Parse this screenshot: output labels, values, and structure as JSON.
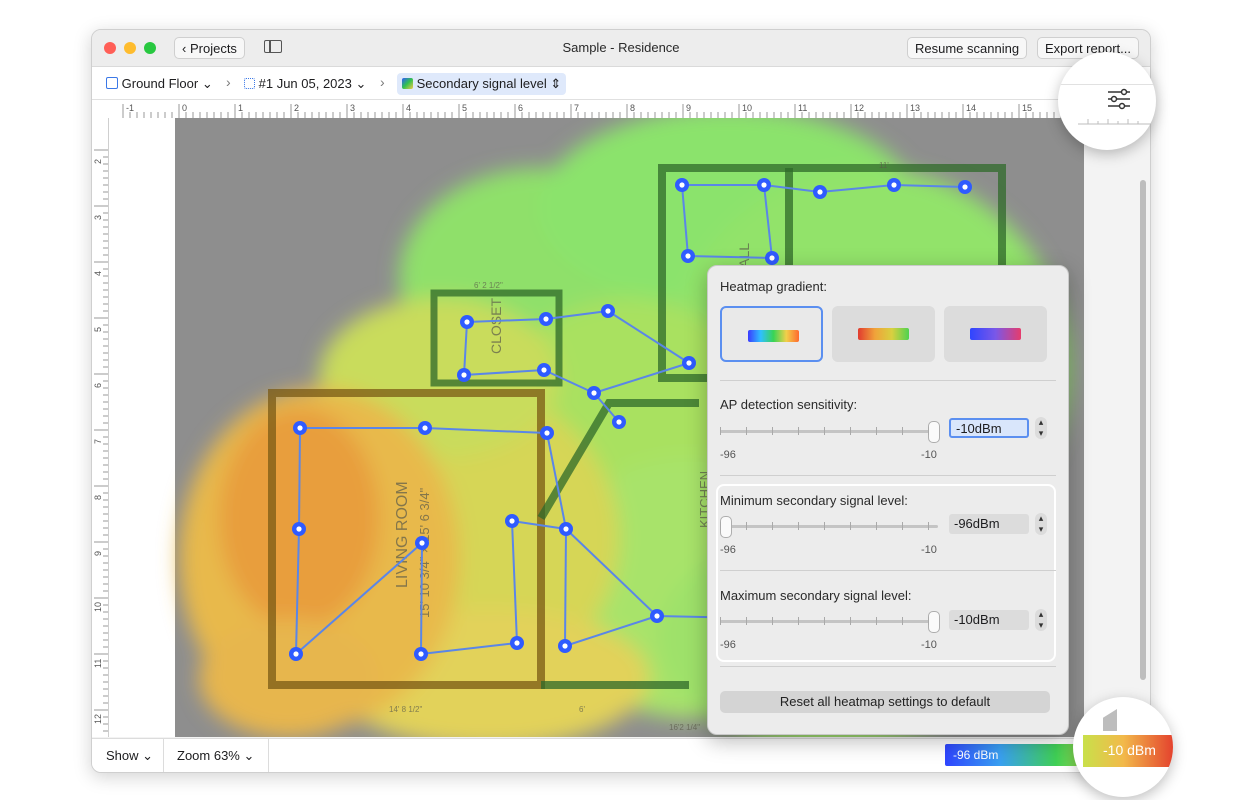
{
  "window": {
    "title": "Sample - Residence",
    "back_label": "Projects",
    "resume_label": "Resume scanning",
    "export_label": "Export report..."
  },
  "pathbar": {
    "floor": "Ground Floor",
    "scan": "#1 Jun 05, 2023",
    "visualization": "Secondary signal level"
  },
  "ruler": {
    "h_labels": [
      "-1",
      "0",
      "1",
      "2",
      "3",
      "4",
      "5",
      "6",
      "7",
      "8",
      "9",
      "10",
      "11",
      "12",
      "13",
      "14",
      "15"
    ],
    "v_labels": [
      "2",
      "3",
      "4",
      "5",
      "6",
      "7",
      "8",
      "9",
      "10",
      "11",
      "12"
    ]
  },
  "plan": {
    "labels": [
      "CLOSET",
      "HALL",
      "LIVING ROOM",
      "15' 10 3/4\" × 15' 6 3/4\"",
      "KITCHEN",
      "6' 2 1/2\"",
      "11'",
      "14' 8 1/2\"",
      "6'",
      "16'2 1/4\""
    ]
  },
  "panel": {
    "gradient_title": "Heatmap gradient:",
    "ap_title": "AP detection sensitivity:",
    "ap_value": "-10dBm",
    "ap_min": "-96",
    "ap_max": "-10",
    "min_title": "Minimum secondary signal level:",
    "min_value": "-96dBm",
    "min_min": "-96",
    "min_max": "-10",
    "max_title": "Maximum secondary signal level:",
    "max_value": "-10dBm",
    "max_min": "-96",
    "max_max": "-10",
    "reset_label": "Reset all heatmap settings to default",
    "ap_level": 1.0,
    "min_level": 0.0,
    "max_level": 1.0
  },
  "status": {
    "show_label": "Show",
    "zoom_label": "Zoom 63%",
    "legend_min": "-96 dBm",
    "legend_max": "-10 dBm"
  },
  "colors": {
    "accent": "#5b8ff0",
    "scan_point": "#2f5bff",
    "heat_green": "#8ee36a",
    "heat_yellow": "#e7cf4e",
    "heat_orange": "#e79a3c"
  },
  "icons": {
    "settings": "sliders-icon",
    "sidebar": "sidebar-toggle-icon"
  }
}
